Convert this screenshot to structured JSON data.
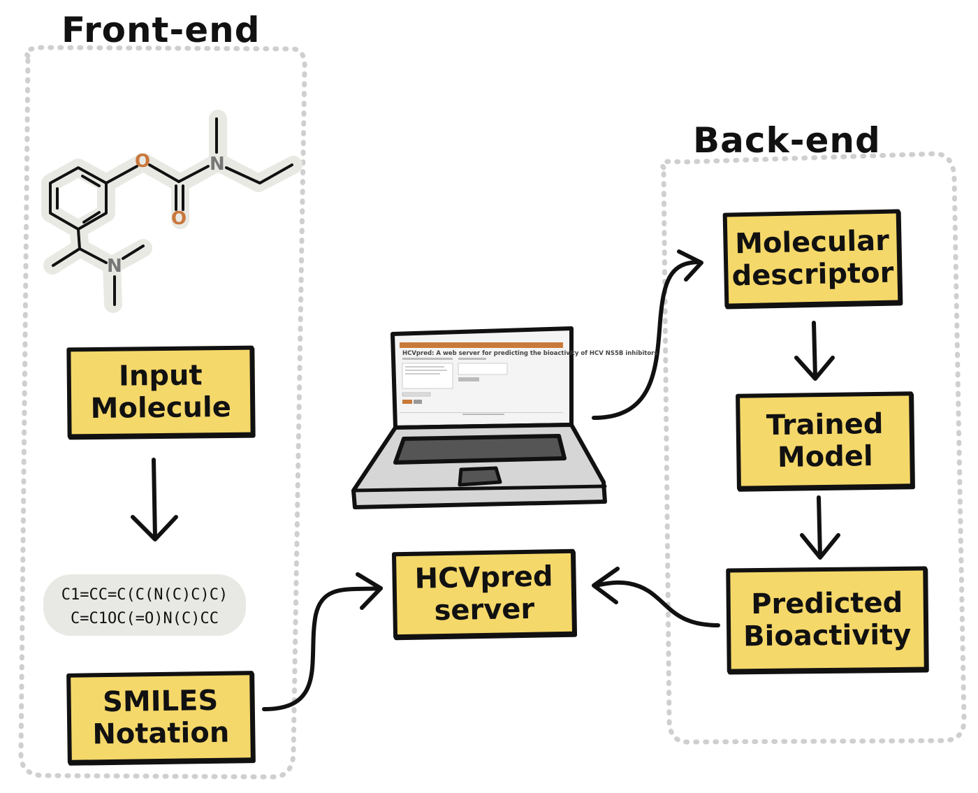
{
  "frontend": {
    "title": "Front-end",
    "input_box": [
      "Input",
      "Molecule"
    ],
    "smiles_lines": [
      "C1=CC=C(C(N(C)C)C)",
      "C=C1OC(=O)N(C)CC"
    ],
    "smiles_box": [
      "SMILES",
      "Notation"
    ],
    "atoms": {
      "oxygen_1": "O",
      "oxygen_2": "O",
      "nitrogen_1": "N",
      "nitrogen_2": "N"
    }
  },
  "center": {
    "laptop_screen_title": "HCVpred: A web server for predicting the bioactivity of HCV NS5B inhibitors",
    "server_box": [
      "HCVpred",
      "server"
    ]
  },
  "backend": {
    "title": "Back-end",
    "descriptor_box": [
      "Molecular",
      "descriptor"
    ],
    "model_box": [
      "Trained",
      "Model"
    ],
    "bioactivity_box": [
      "Predicted",
      "Bioactivity"
    ]
  },
  "colors": {
    "box_fill": "#f5d86a",
    "outline": "#111111",
    "oxygen": "#c9773a",
    "nitrogen": "#777777",
    "dotted_border": "#cfcfcf",
    "laptop_body": "#d6d6d6",
    "keyboard": "#555555"
  }
}
